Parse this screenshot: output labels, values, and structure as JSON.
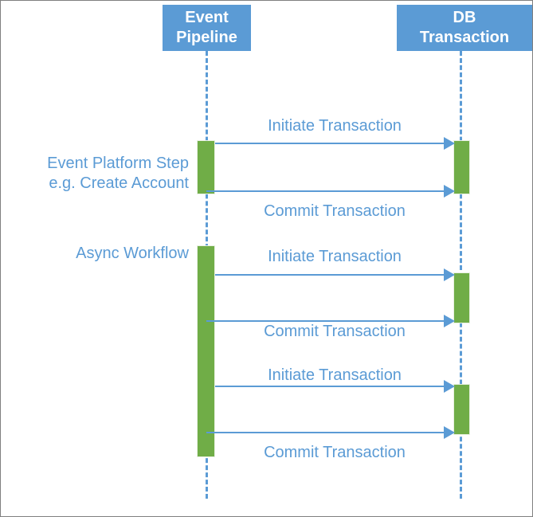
{
  "diagram": {
    "type": "sequence-diagram",
    "colors": {
      "lifeline_header_fill": "#5B9BD5",
      "lifeline_header_text": "#FFFFFF",
      "activation_fill": "#70AD47",
      "message_color": "#5B9BD5",
      "label_color": "#5B9BD5",
      "background": "#FFFFFF",
      "border": "#808080"
    },
    "participants": [
      {
        "id": "event-pipeline",
        "line1": "Event",
        "line2": "Pipeline"
      },
      {
        "id": "db-transaction",
        "line1": "DB",
        "line2": "Transaction"
      }
    ],
    "annotations": [
      {
        "id": "event-platform-step",
        "line1": "Event Platform Step",
        "line2": "e.g. Create Account"
      },
      {
        "id": "async-workflow",
        "line1": "Async Workflow",
        "line2": ""
      }
    ],
    "messages": [
      {
        "id": "msg-1",
        "label": "Initiate Transaction",
        "from": "event-pipeline",
        "to": "db-transaction",
        "direction": "right"
      },
      {
        "id": "msg-2",
        "label": "Commit Transaction",
        "from": "event-pipeline",
        "to": "db-transaction",
        "direction": "right"
      },
      {
        "id": "msg-3",
        "label": "Initiate Transaction",
        "from": "event-pipeline",
        "to": "db-transaction",
        "direction": "right"
      },
      {
        "id": "msg-4",
        "label": "Commit Transaction",
        "from": "event-pipeline",
        "to": "db-transaction",
        "direction": "right"
      },
      {
        "id": "msg-5",
        "label": "Initiate Transaction",
        "from": "event-pipeline",
        "to": "db-transaction",
        "direction": "right"
      },
      {
        "id": "msg-6",
        "label": "Commit Transaction",
        "from": "event-pipeline",
        "to": "db-transaction",
        "direction": "right"
      }
    ]
  }
}
